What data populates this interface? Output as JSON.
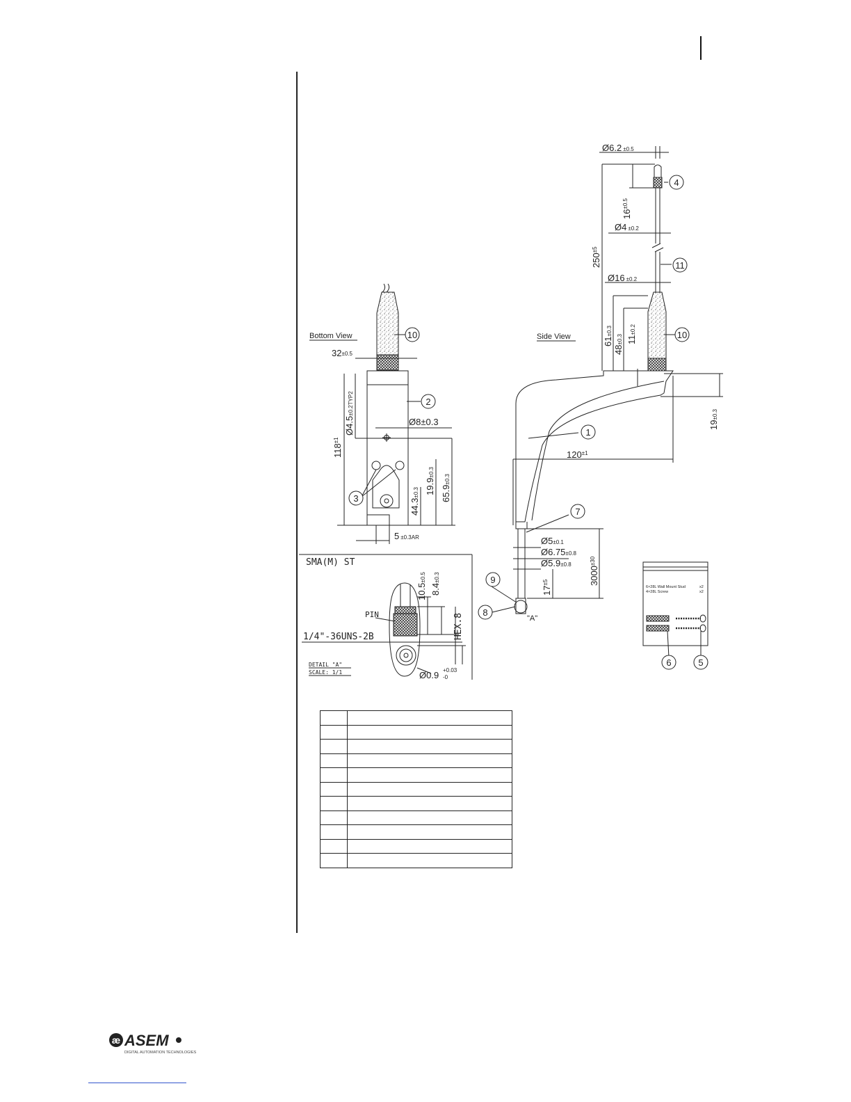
{
  "drawing": {
    "views": {
      "bottom": "Bottom View",
      "side": "Side View"
    },
    "bottom_view": {
      "d_width": "32",
      "d_width_tol": "±0.5",
      "d_hole": "Ø4.5",
      "d_hole_tol": "±0.2TYP2",
      "d_len": "118",
      "d_len_tol": "±1",
      "d_hole2": "Ø8±0.3",
      "d_h1": "19.9",
      "d_h1_tol": "±0.3",
      "d_h2": "65.9",
      "d_h2_tol": "±0.3",
      "d_h3": "44.3",
      "d_h3_tol": "±0.3",
      "d_r": "5",
      "d_r_tol": "±0.3AR"
    },
    "side_view": {
      "d_top_dia": "Ø6.2",
      "d_top_dia_tol": "±0.5",
      "d_16": "16",
      "d_16_tol": "±0.5",
      "d_4": "Ø4",
      "d_4_tol": "±0.2",
      "d_250": "250",
      "d_250_tol": "±5",
      "d_16b": "Ø16",
      "d_16b_tol": "±0.2",
      "d_61": "61",
      "d_61_tol": "±0.3",
      "d_48": "48",
      "d_48_tol": "±0.3",
      "d_11": "11",
      "d_11_tol": "±0.2",
      "d_19": "19",
      "d_19_tol": "±0.3",
      "d_120": "120",
      "d_120_tol": "±1",
      "d_5": "Ø5",
      "d_5_tol": "±0.1",
      "d_675": "Ø6.75",
      "d_675_tol": "±0.8",
      "d_59": "Ø5.9",
      "d_59_tol": "±0.8",
      "d_3000": "3000",
      "d_3000_tol": "±30",
      "d_17": "17",
      "d_17_tol": "±5",
      "detail_ref": "\"A\""
    },
    "detail": {
      "title": "SMA(M) ST",
      "pin": "PIN",
      "thread": "1/4\"-36UNS-2B",
      "d_105": "10.5",
      "d_105_tol": "±0.5",
      "d_84": "8.4",
      "d_84_tol": "±0.3",
      "hex": "HEX.8",
      "detail_label": "DETAIL \"A\"",
      "scale": "SCALE: 1/1",
      "d_09": "Ø0.9",
      "d_09_tol_up": "+0.03",
      "d_09_tol_dn": "-0"
    },
    "hardware": {
      "line1": "6×28L Wall Mount Stud",
      "line1_qty": "x2",
      "line2": "4×28L Screw",
      "line2_qty": "x2"
    },
    "callouts": [
      "1",
      "2",
      "3",
      "4",
      "5",
      "6",
      "7",
      "8",
      "9",
      "10",
      "11"
    ]
  },
  "parts_table": {
    "rows": 11
  },
  "footer": {
    "logo_text": "ASEM",
    "logo_mark": "æ",
    "tagline": "DIGITAL AUTOMATION TECHNOLOGIES"
  },
  "colors": {
    "line": "#222222",
    "link_underline": "#3355cc"
  }
}
